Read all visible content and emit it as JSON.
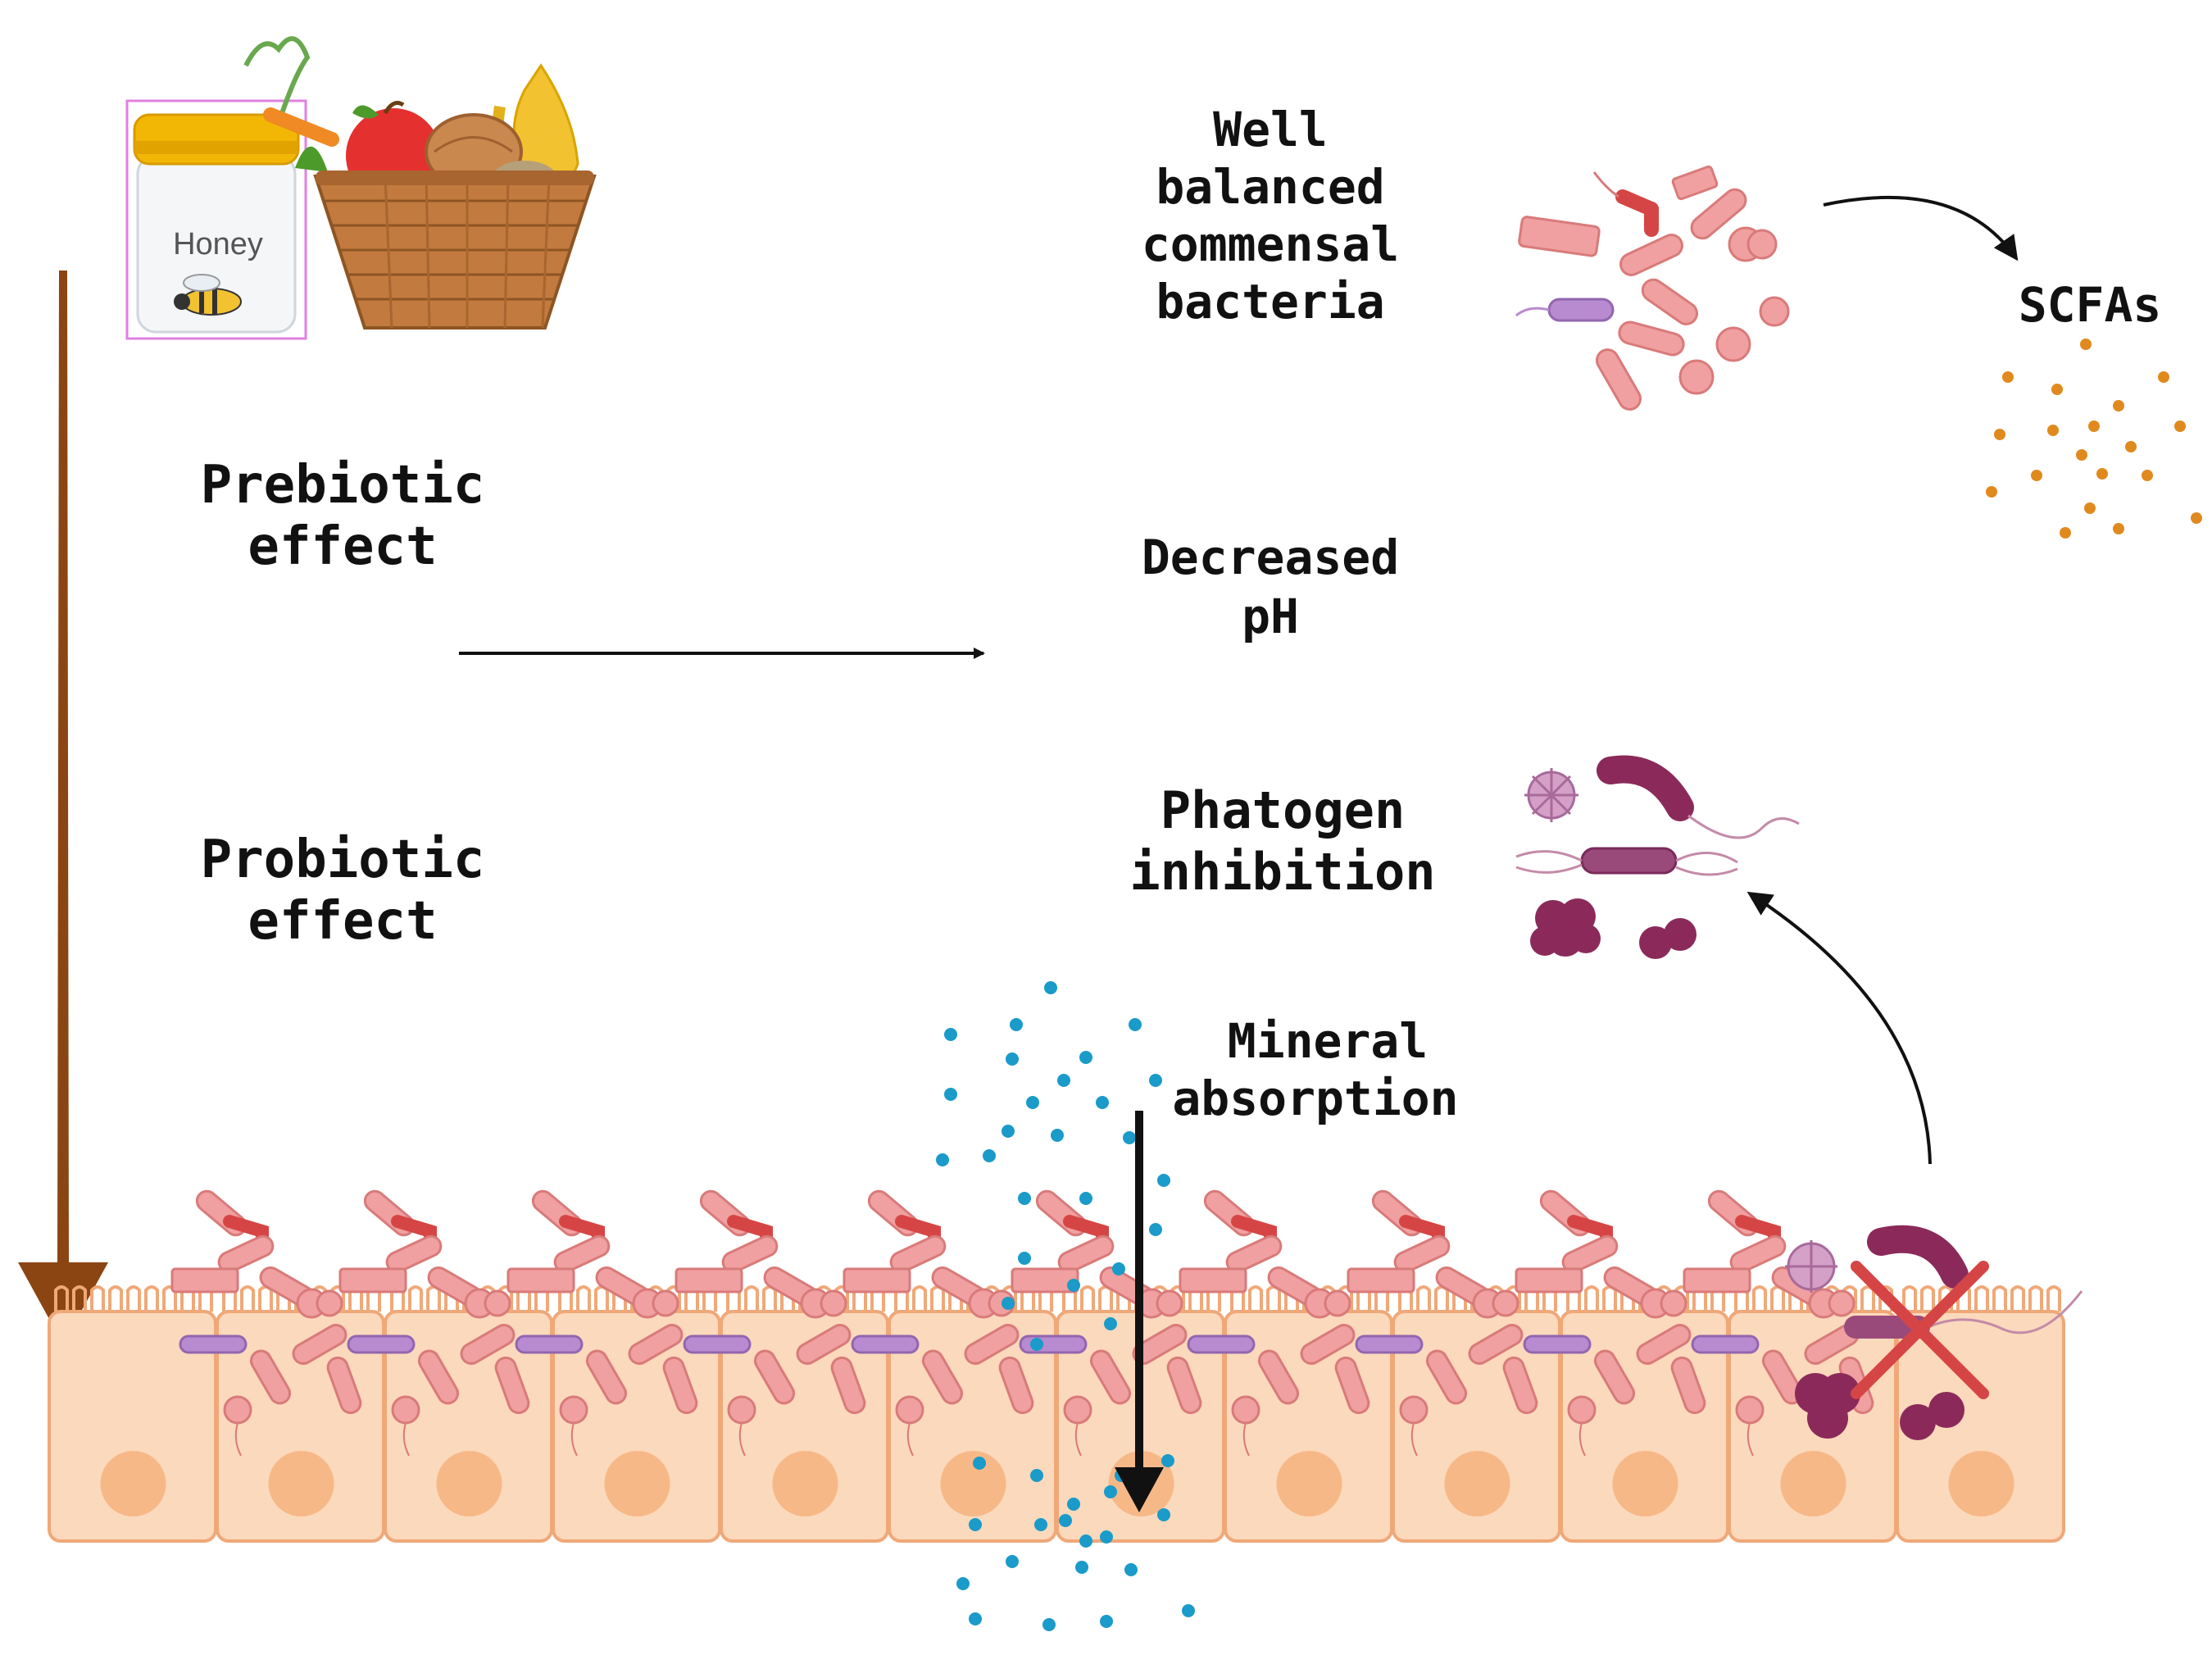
{
  "labels": {
    "honey_jar": "Honey",
    "prebiotic_line1": "Prebiotic",
    "prebiotic_line2": "effect",
    "probiotic_line1": "Probiotic",
    "probiotic_line2": "effect",
    "commensal_line1": "Well",
    "commensal_line2": "balanced",
    "commensal_line3": "commensal",
    "commensal_line4": "bacteria",
    "scfas": "SCFAs",
    "ph_line1": "Decreased",
    "ph_line2": "pH",
    "pathogen_line1": "Phatogen",
    "pathogen_line2": "inhibition",
    "mineral_line1": "Mineral",
    "mineral_line2": "absorption"
  },
  "icons": {
    "honey": "honey-jar-icon",
    "food_basket": "fruit-basket-icon",
    "bee": "bee-icon",
    "commensal_cluster": "commensal-bacteria-icon",
    "pathogens": "pathogen-cluster-icon",
    "scfa_particles": "scfa-particles-icon",
    "mineral_particles": "mineral-particles-icon",
    "epithelium": "intestinal-epithelium-icon",
    "inhibition_cross": "red-cross-icon"
  },
  "colors": {
    "down_arrow": "#8b4513",
    "cell_fill": "#fbd9bc",
    "cell_stroke": "#f0a878",
    "nucleus": "#f7b888",
    "bacteria_pink": "#f0a0a0",
    "bacteria_red": "#d64545",
    "bacteria_purple": "#b88ad0",
    "pathogen": "#8b2a5a",
    "scfa_dots": "#e08a1e",
    "mineral_dots": "#1a9bc9",
    "cross": "#d64545",
    "honey_lid": "#f2b705",
    "selection_box": "#e080e0"
  }
}
